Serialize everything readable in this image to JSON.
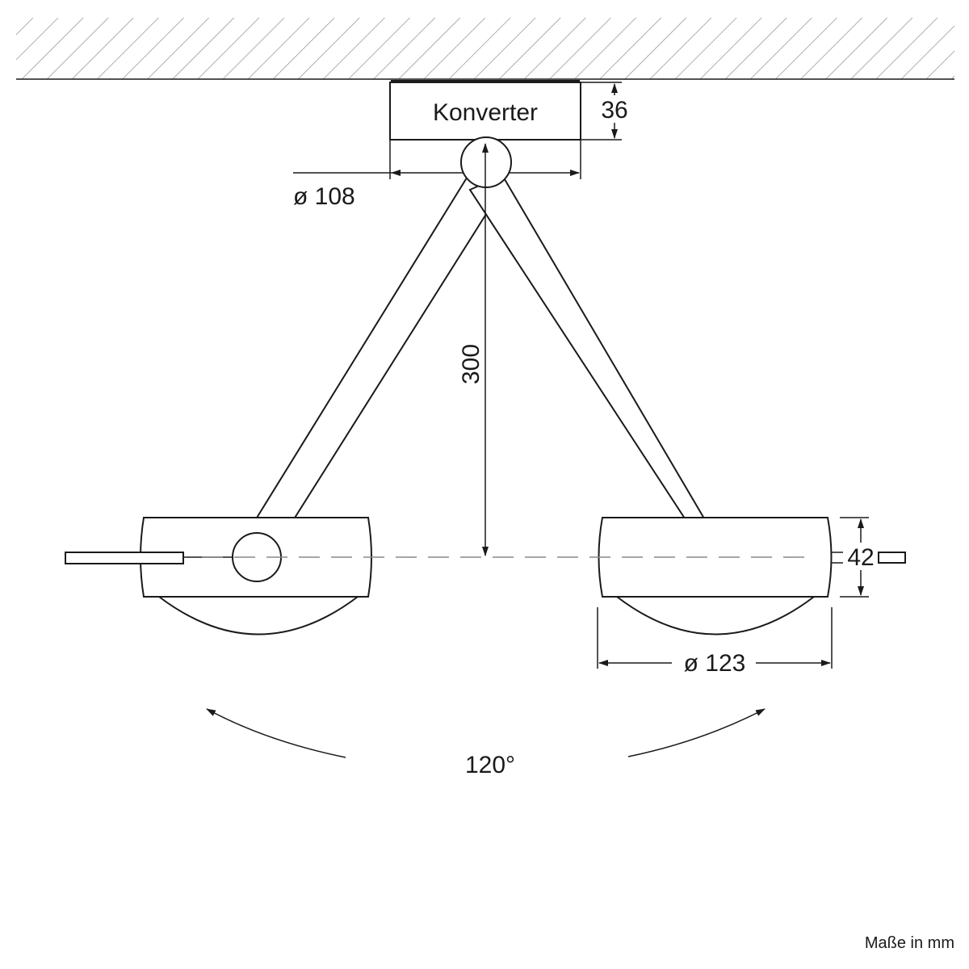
{
  "labels": {
    "converter": "Konverter",
    "converter_height": "36",
    "converter_diameter": "ø 108",
    "arm_length": "300",
    "head_height": "42",
    "head_diameter": "ø 123",
    "rotation_angle": "120°",
    "units_note": "Maße in mm"
  },
  "colors": {
    "line": "#1a1a1a",
    "hatch": "#9a9a9a",
    "centerline": "#888888",
    "background": "#ffffff"
  }
}
